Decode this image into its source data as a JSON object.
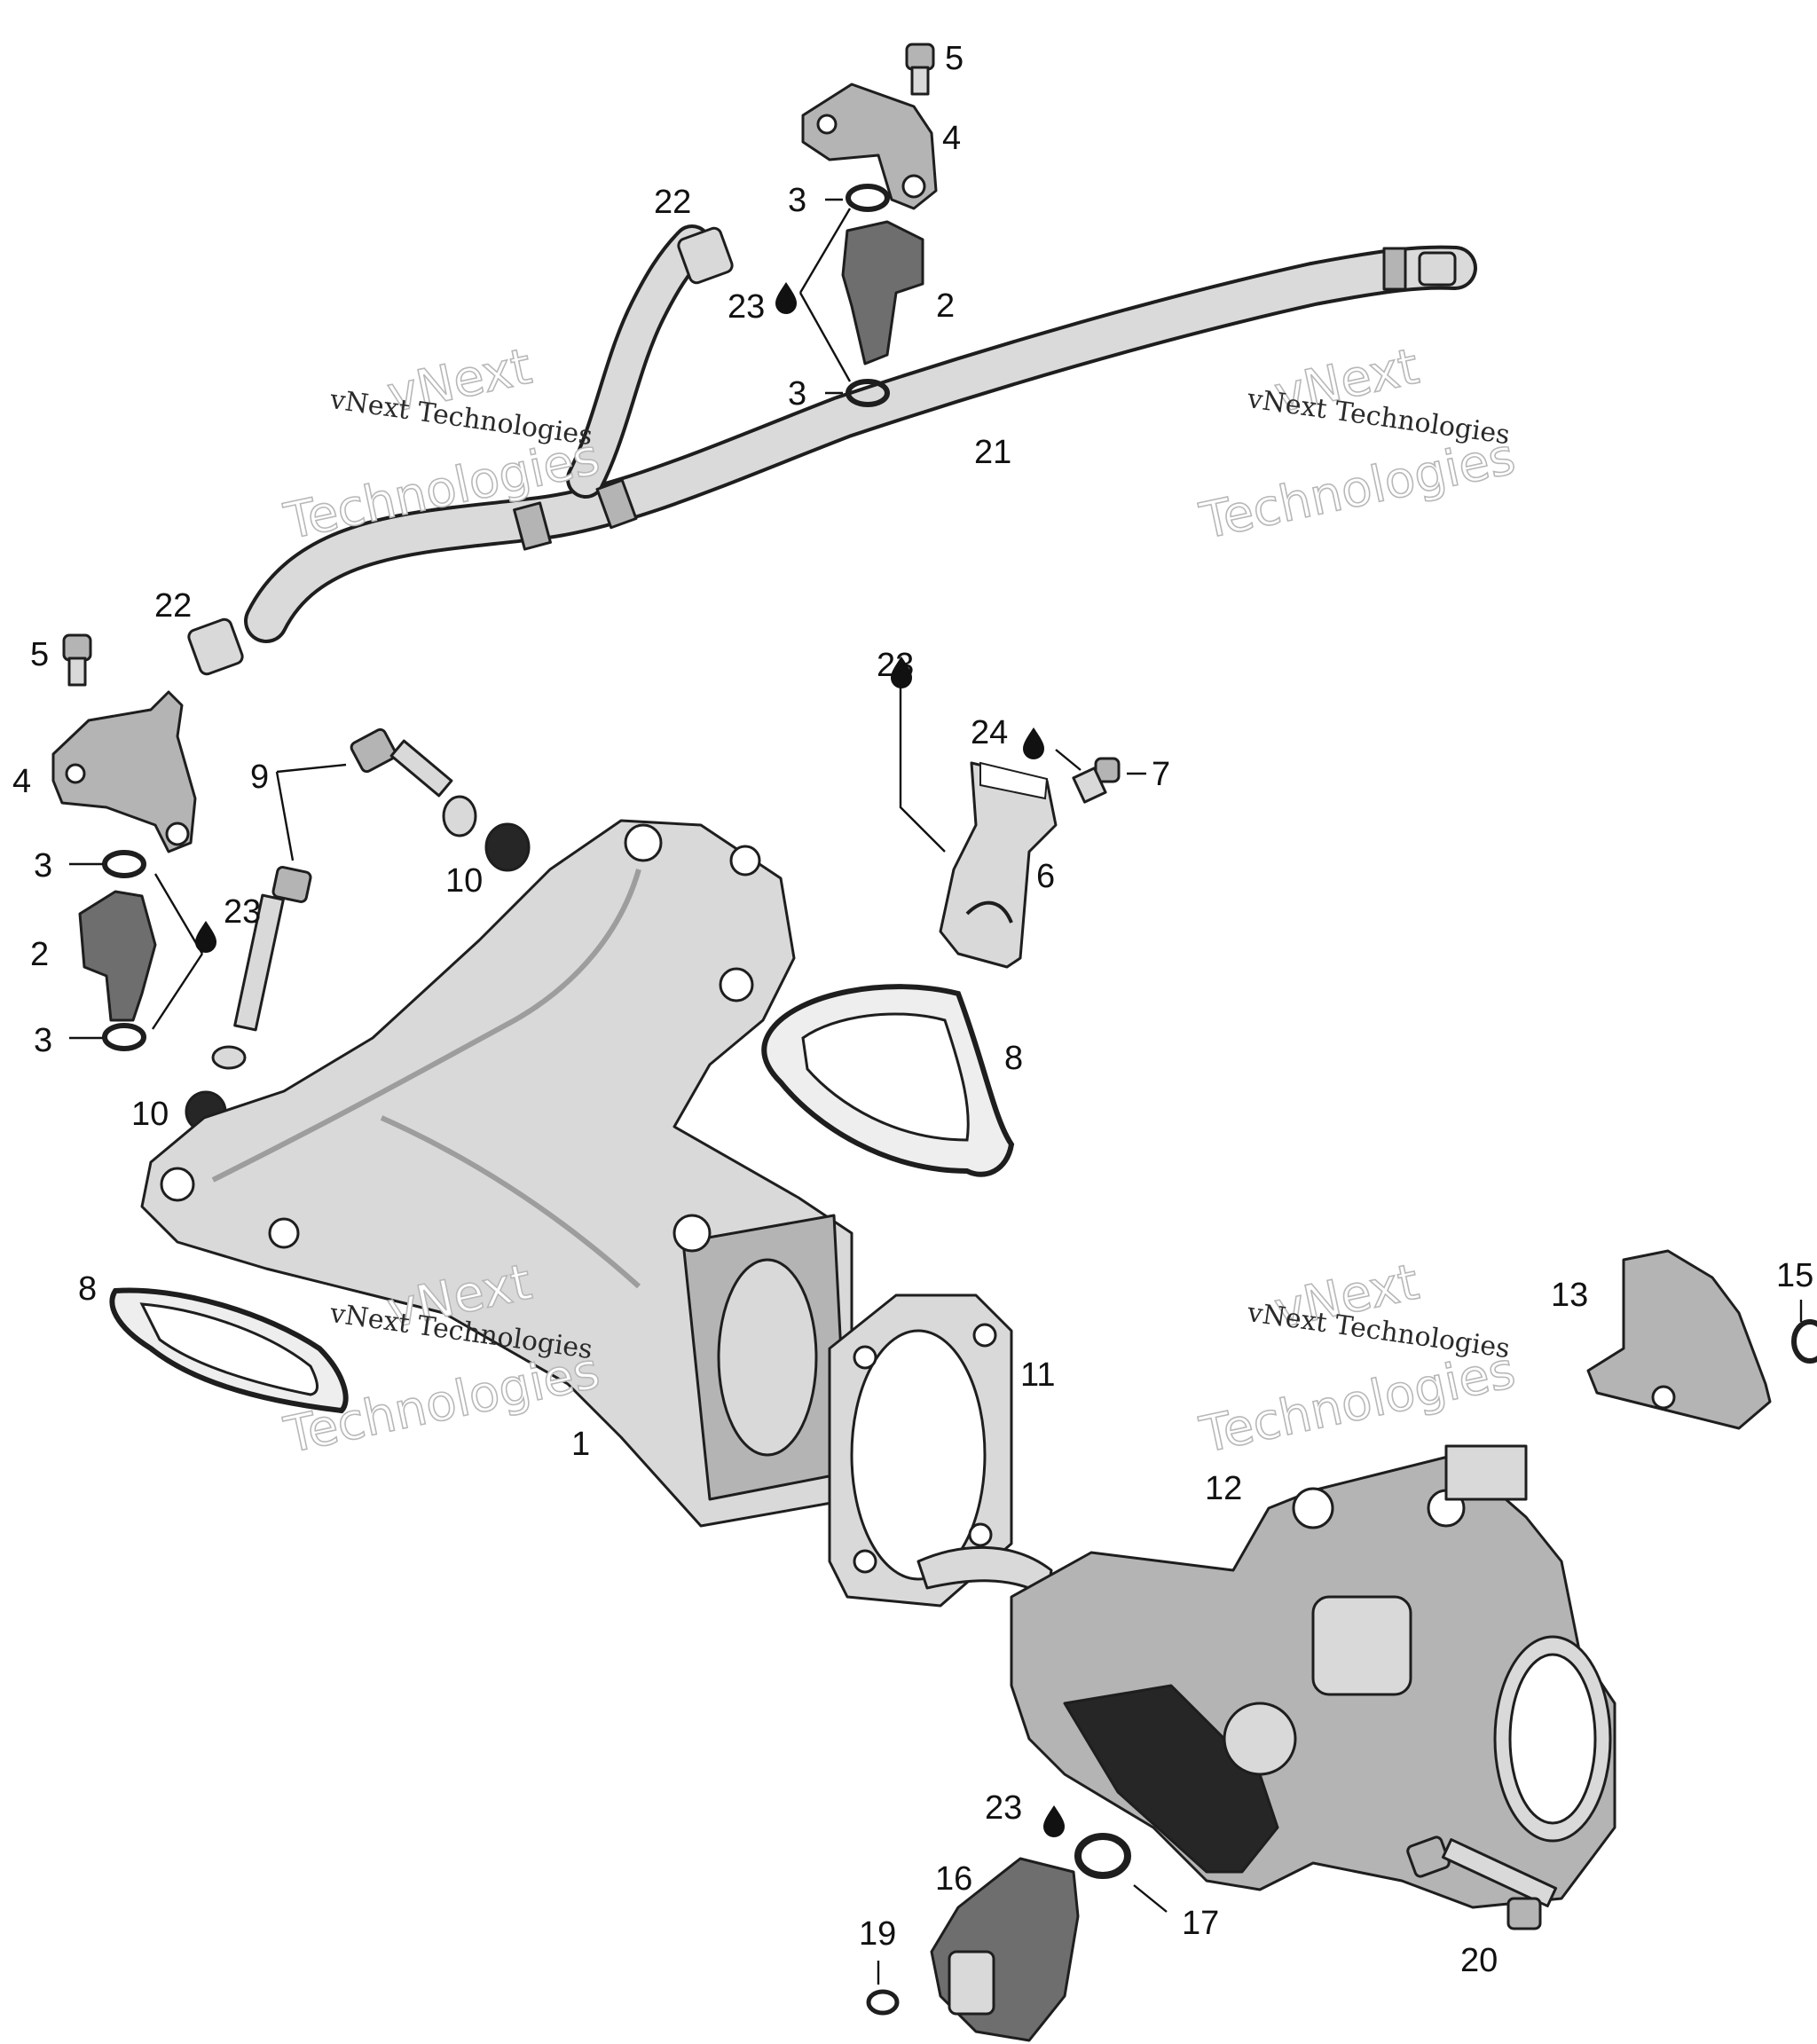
{
  "callouts": {
    "c1": "1",
    "c2a": "2",
    "c2b": "2",
    "c3a": "3",
    "c3b": "3",
    "c3c": "3",
    "c3d": "3",
    "c4a": "4",
    "c4b": "4",
    "c5a": "5",
    "c5b": "5",
    "c6": "6",
    "c7": "7",
    "c8a": "8",
    "c8b": "8",
    "c9": "9",
    "c10a": "10",
    "c10b": "10",
    "c11": "11",
    "c12": "12",
    "c13": "13",
    "c15": "15",
    "c16": "16",
    "c17": "17",
    "c19": "19",
    "c20": "20",
    "c21": "21",
    "c22a": "22",
    "c22b": "22",
    "c23a": "23",
    "c23b": "23",
    "c23c": "23",
    "c23d": "23",
    "c24": "24"
  },
  "watermark": {
    "brand": "vNext",
    "word": "Technologies",
    "line": "vNext Technologies"
  },
  "icons": {
    "drop": "oil-drop-icon"
  }
}
